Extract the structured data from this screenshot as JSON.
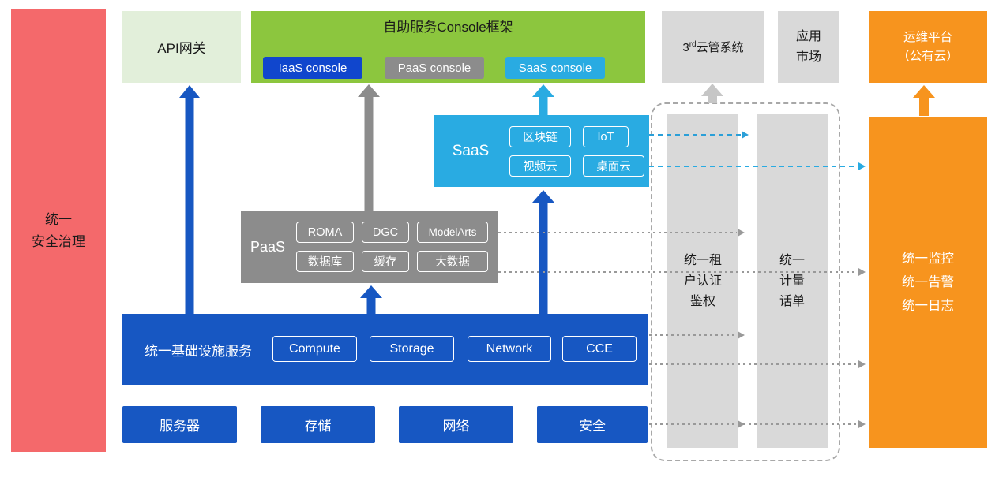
{
  "colors": {
    "red": "#f4696b",
    "lightGreen": "#e2efda",
    "green": "#8cc63e",
    "blue": "#1757c2",
    "deepBlue": "#1046cd",
    "gray": "#8c8c8c",
    "lightGray": "#d9d9d9",
    "cyan": "#29abe2",
    "orange": "#f7941e",
    "dashGray": "#999999",
    "dashBlue": "#2a9fd8",
    "borderDash": "#a8a8a8",
    "arrowLight": "#c6c6c6",
    "textDark": "#1a1a1a"
  },
  "security_bar": {
    "label": "统一\n安全治理"
  },
  "api_gateway": {
    "label": "API网关"
  },
  "console_frame": {
    "title": "自助服务Console框架",
    "consoles": [
      {
        "label": "IaaS console"
      },
      {
        "label": "PaaS console"
      },
      {
        "label": "SaaS console"
      }
    ]
  },
  "third_party_cms": {
    "prefix": "3",
    "sup": "rd",
    "rest": "云管系统"
  },
  "app_market": {
    "label": "应用\n市场"
  },
  "ops_platform": {
    "label": "运维平台\n（公有云）"
  },
  "saas_box": {
    "label": "SaaS",
    "items": [
      "区块链",
      "IoT",
      "视频云",
      "桌面云"
    ]
  },
  "paas_box": {
    "label": "PaaS",
    "items": [
      "ROMA",
      "DGC",
      "ModelArts",
      "数据库",
      "缓存",
      "大数据"
    ]
  },
  "iaas_layer": {
    "label": "统一基础设施服务",
    "items": [
      "Compute",
      "Storage",
      "Network",
      "CCE"
    ]
  },
  "infra_row": {
    "items": [
      "服务器",
      "存储",
      "网络",
      "安全"
    ]
  },
  "auth_bar": {
    "label": "统一租\n户认证\n鉴权"
  },
  "metering_bar": {
    "label": "统一\n计量\n话单"
  },
  "monitor_bar": {
    "label": "统一监控\n统一告警\n统一日志"
  }
}
